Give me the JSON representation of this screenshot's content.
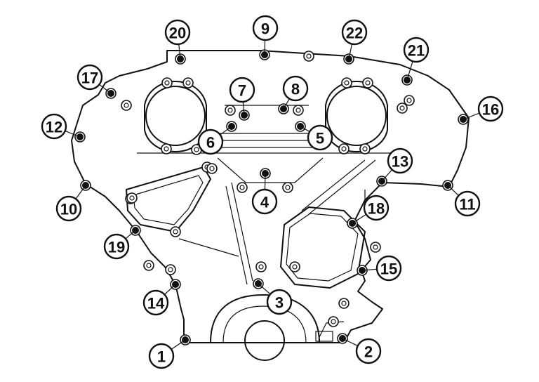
{
  "bolts": [
    {
      "id": "1",
      "label": "1"
    },
    {
      "id": "2",
      "label": "2"
    },
    {
      "id": "3",
      "label": "3"
    },
    {
      "id": "4",
      "label": "4"
    },
    {
      "id": "5",
      "label": "5"
    },
    {
      "id": "6",
      "label": "6"
    },
    {
      "id": "7",
      "label": "7"
    },
    {
      "id": "8",
      "label": "8"
    },
    {
      "id": "9",
      "label": "9"
    },
    {
      "id": "10",
      "label": "10"
    },
    {
      "id": "11",
      "label": "11"
    },
    {
      "id": "12",
      "label": "12"
    },
    {
      "id": "13",
      "label": "13"
    },
    {
      "id": "14",
      "label": "14"
    },
    {
      "id": "15",
      "label": "15"
    },
    {
      "id": "16",
      "label": "16"
    },
    {
      "id": "17",
      "label": "17"
    },
    {
      "id": "18",
      "label": "18"
    },
    {
      "id": "19",
      "label": "19"
    },
    {
      "id": "20",
      "label": "20"
    },
    {
      "id": "21",
      "label": "21"
    },
    {
      "id": "22",
      "label": "22"
    }
  ]
}
